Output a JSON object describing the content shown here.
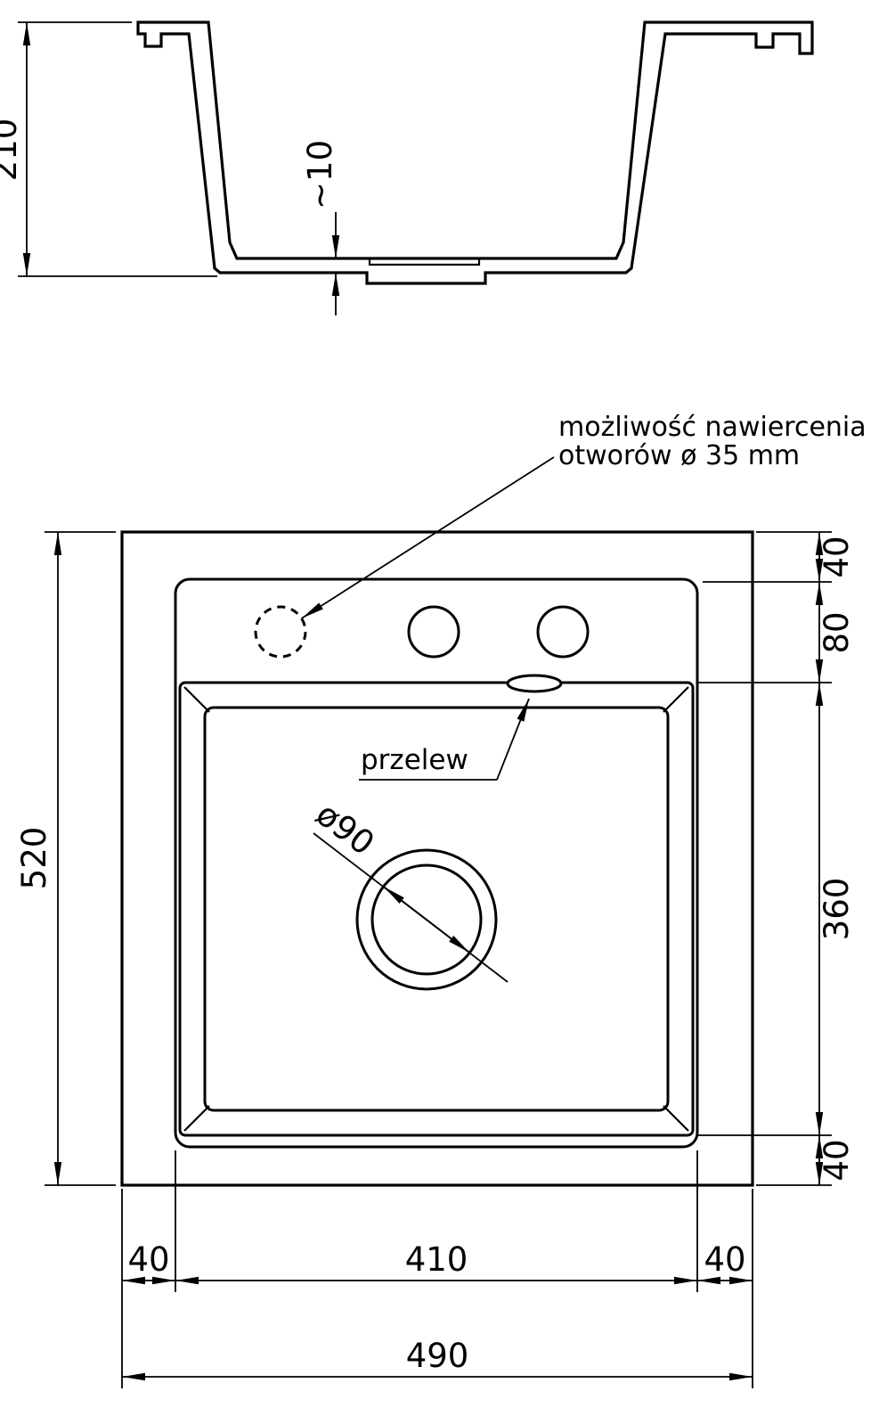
{
  "page": {
    "background": "#ffffff",
    "line_color": "#000000"
  },
  "section_view": {
    "overall_height": "210",
    "bottom_thickness": "~10"
  },
  "plan_view": {
    "drill_note_line1": "możliwość nawiercenia",
    "drill_note_line2": "otworów ø 35 mm",
    "overflow_label": "przelew",
    "drain_diameter": "ø90",
    "overall_depth": "520",
    "top_edge_offset": "40",
    "hole_band_height": "80",
    "bowl_length": "360",
    "bottom_edge_offset": "40",
    "left_edge_offset": "40",
    "bowl_width": "410",
    "right_edge_offset": "40",
    "overall_width": "490"
  }
}
